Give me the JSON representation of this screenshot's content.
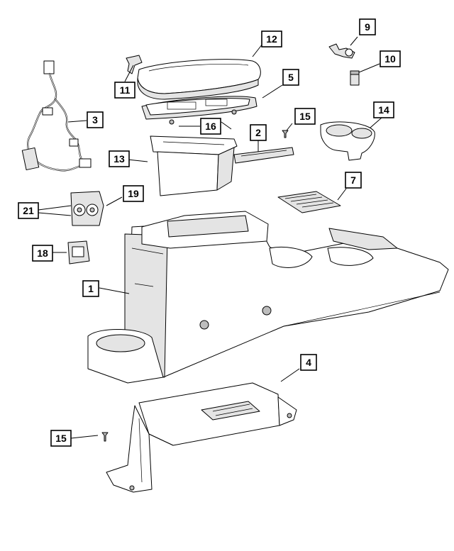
{
  "callouts": [
    {
      "id": "c1",
      "label": "1"
    },
    {
      "id": "c2",
      "label": "2"
    },
    {
      "id": "c3",
      "label": "3"
    },
    {
      "id": "c4",
      "label": "4"
    },
    {
      "id": "c5",
      "label": "5"
    },
    {
      "id": "c7",
      "label": "7"
    },
    {
      "id": "c9",
      "label": "9"
    },
    {
      "id": "c10",
      "label": "10"
    },
    {
      "id": "c11",
      "label": "11"
    },
    {
      "id": "c12",
      "label": "12"
    },
    {
      "id": "c13",
      "label": "13"
    },
    {
      "id": "c14",
      "label": "14"
    },
    {
      "id": "c15a",
      "label": "15"
    },
    {
      "id": "c15b",
      "label": "15"
    },
    {
      "id": "c16",
      "label": "16"
    },
    {
      "id": "c18",
      "label": "18"
    },
    {
      "id": "c19",
      "label": "19"
    },
    {
      "id": "c21",
      "label": "21"
    }
  ]
}
